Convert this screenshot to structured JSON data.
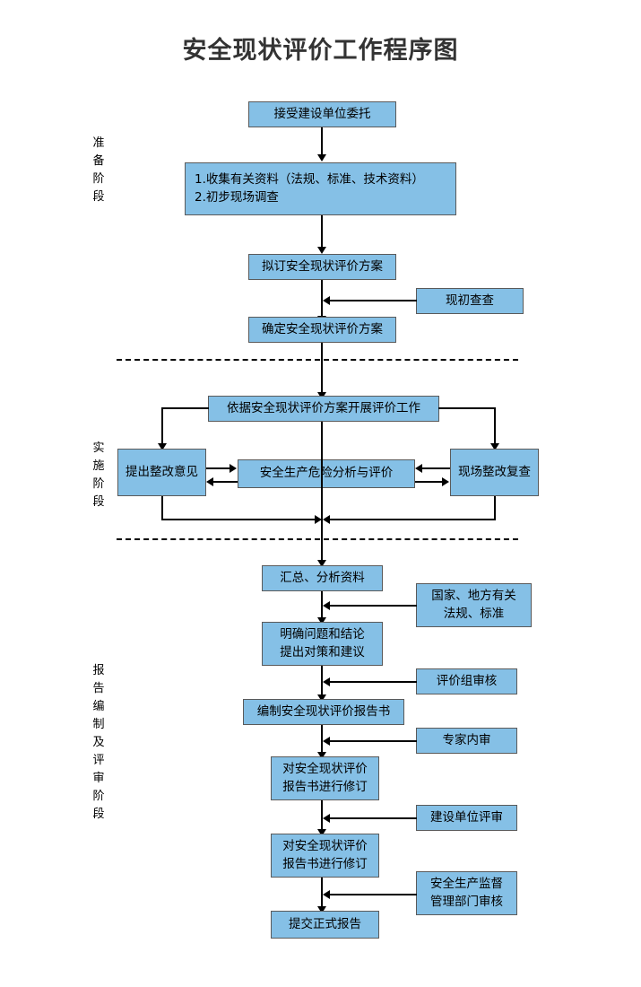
{
  "title": "安全现状评价工作程序图",
  "phases": [
    {
      "id": "preparation",
      "label": "准备阶段",
      "chars": [
        "准",
        "备",
        "阶",
        "段"
      ]
    },
    {
      "id": "implementation",
      "label": "实施阶段",
      "chars": [
        "实",
        "施",
        "阶",
        "段"
      ]
    },
    {
      "id": "reporting",
      "label": "报告编制及评审阶段",
      "chars": [
        "报",
        "告",
        "编",
        "制",
        "及",
        "评",
        "审",
        "阶",
        "段"
      ]
    }
  ],
  "nodes": {
    "accept_commission": {
      "lines": [
        "接受建设单位委托"
      ]
    },
    "collect_data": {
      "lines": [
        "1.收集有关资料（法规、标准、技术资料）",
        "2.初步现场调查"
      ]
    },
    "draft_plan": {
      "lines": [
        "拟订安全现状评价方案"
      ]
    },
    "preliminary_survey": {
      "lines": [
        "现初查查"
      ]
    },
    "confirm_plan": {
      "lines": [
        "确定安全现状评价方案"
      ]
    },
    "carry_out_eval": {
      "lines": [
        "依据安全现状评价方案开展评价工作"
      ]
    },
    "propose_rectification": {
      "lines": [
        "提出整改意见"
      ]
    },
    "hazard_analysis": {
      "lines": [
        "安全生产危险分析与评价"
      ]
    },
    "onsite_recheck": {
      "lines": [
        "现场整改复查"
      ]
    },
    "summarize_data": {
      "lines": [
        "汇总、分析资料"
      ]
    },
    "national_regs": {
      "lines": [
        "国家、地方有关",
        "法规、标准"
      ]
    },
    "clarify_conclusions": {
      "lines": [
        "明确问题和结论",
        "提出对策和建议"
      ]
    },
    "team_review": {
      "lines": [
        "评价组审核"
      ]
    },
    "compile_report": {
      "lines": [
        "编制安全现状评价报告书"
      ]
    },
    "expert_review": {
      "lines": [
        "专家内审"
      ]
    },
    "revise_report_1": {
      "lines": [
        "对安全现状评价",
        "报告书进行修订"
      ]
    },
    "owner_review": {
      "lines": [
        "建设单位评审"
      ]
    },
    "revise_report_2": {
      "lines": [
        "对安全现状评价",
        "报告书进行修订"
      ]
    },
    "supervision_review": {
      "lines": [
        "安全生产监督",
        "管理部门审核"
      ]
    },
    "submit_report": {
      "lines": [
        "提交正式报告"
      ]
    }
  },
  "colors": {
    "node_fill": "#85c0e6",
    "node_border": "#5a5a5a",
    "connector": "#000000",
    "title_text": "#333333",
    "background": "#ffffff"
  }
}
